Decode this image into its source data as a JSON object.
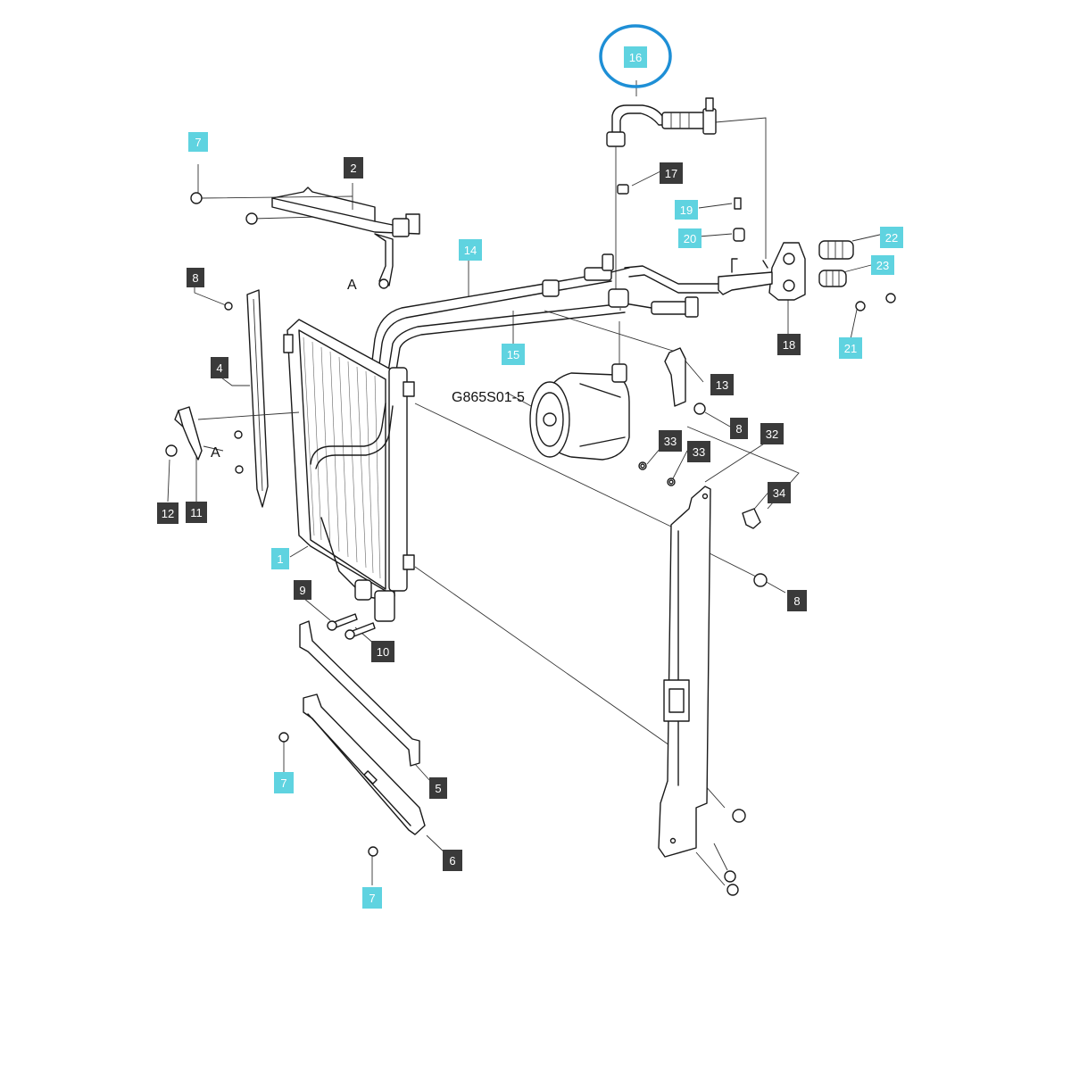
{
  "diagram": {
    "reference_code": "G865S01-5",
    "datum_label": "A",
    "highlight_color": "#1e8fd6",
    "callouts": [
      {
        "id": "c1",
        "text": "1",
        "style": "cyan"
      },
      {
        "id": "c2",
        "text": "2",
        "style": "dark"
      },
      {
        "id": "c4",
        "text": "4",
        "style": "dark"
      },
      {
        "id": "c5",
        "text": "5",
        "style": "dark"
      },
      {
        "id": "c6",
        "text": "6",
        "style": "dark"
      },
      {
        "id": "c7a",
        "text": "7",
        "style": "cyan"
      },
      {
        "id": "c7b",
        "text": "7",
        "style": "cyan"
      },
      {
        "id": "c7c",
        "text": "7",
        "style": "cyan"
      },
      {
        "id": "c8a",
        "text": "8",
        "style": "dark"
      },
      {
        "id": "c8b",
        "text": "8",
        "style": "dark"
      },
      {
        "id": "c8c",
        "text": "8",
        "style": "dark"
      },
      {
        "id": "c9",
        "text": "9",
        "style": "dark"
      },
      {
        "id": "c10",
        "text": "10",
        "style": "dark"
      },
      {
        "id": "c11",
        "text": "11",
        "style": "dark"
      },
      {
        "id": "c12",
        "text": "12",
        "style": "dark"
      },
      {
        "id": "c13",
        "text": "13",
        "style": "dark"
      },
      {
        "id": "c14",
        "text": "14",
        "style": "cyan"
      },
      {
        "id": "c15",
        "text": "15",
        "style": "cyan"
      },
      {
        "id": "c16",
        "text": "16",
        "style": "cyan"
      },
      {
        "id": "c17",
        "text": "17",
        "style": "dark"
      },
      {
        "id": "c18",
        "text": "18",
        "style": "dark"
      },
      {
        "id": "c19",
        "text": "19",
        "style": "cyan"
      },
      {
        "id": "c20",
        "text": "20",
        "style": "cyan"
      },
      {
        "id": "c21",
        "text": "21",
        "style": "cyan"
      },
      {
        "id": "c22",
        "text": "22",
        "style": "cyan"
      },
      {
        "id": "c23",
        "text": "23",
        "style": "cyan"
      },
      {
        "id": "c32",
        "text": "32",
        "style": "dark"
      },
      {
        "id": "c33a",
        "text": "33",
        "style": "dark"
      },
      {
        "id": "c33b",
        "text": "33",
        "style": "dark"
      },
      {
        "id": "c34",
        "text": "34",
        "style": "dark"
      }
    ],
    "styles": {
      "cyan": {
        "fill": "#5fd3e0",
        "text": "#ffffff"
      },
      "dark": {
        "fill": "#3a3a3a",
        "text": "#ffffff"
      }
    }
  }
}
